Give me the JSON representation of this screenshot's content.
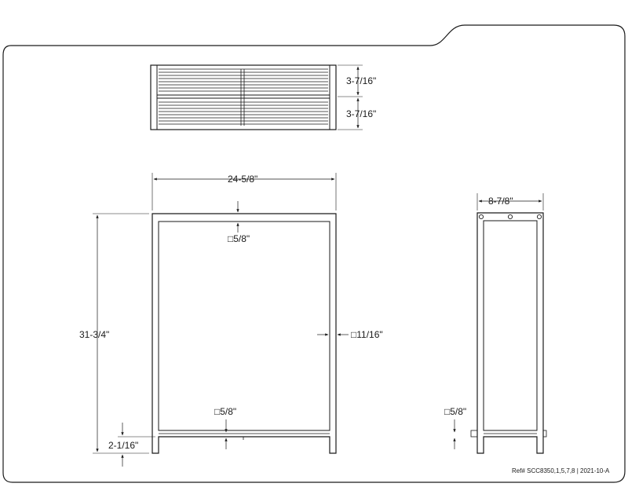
{
  "top_view": {
    "depth_upper": "3-7/16\"",
    "depth_lower": "3-7/16\""
  },
  "front_view": {
    "width": "24-5/8\"",
    "height": "31-3/4\"",
    "top_rail": "□5/8\"",
    "side_post": "□11/16\"",
    "bottom_rail": "□5/8\"",
    "bottom_clearance": "2-1/16\""
  },
  "side_view": {
    "depth": "8-7/8\"",
    "bottom_rail": "□5/8\""
  },
  "footer": {
    "reference": "Ref# SCC8350,1,5,7,8 | 2021-10-A"
  }
}
